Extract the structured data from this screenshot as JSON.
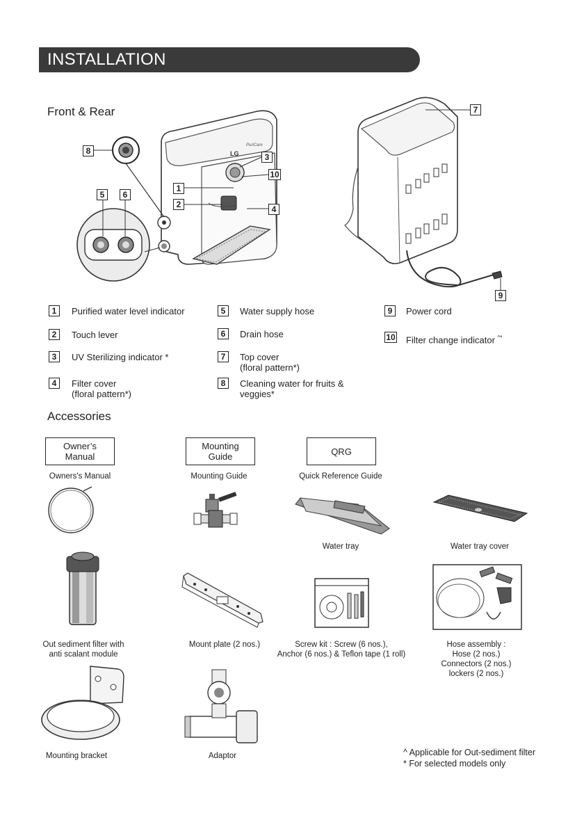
{
  "header": {
    "title": "INSTALLATION"
  },
  "sections": {
    "front_rear": "Front & Rear",
    "accessories": "Accessories"
  },
  "device": {
    "brand": "LG",
    "model": "PuriCare"
  },
  "callouts": [
    "1",
    "2",
    "3",
    "4",
    "5",
    "6",
    "7",
    "8",
    "9",
    "10"
  ],
  "parts": [
    {
      "num": "1",
      "label": "Purified water level indicator"
    },
    {
      "num": "2",
      "label": "Touch lever"
    },
    {
      "num": "3",
      "label": "UV Sterilizing indicator *"
    },
    {
      "num": "4",
      "label": "Filter cover",
      "label2": "(floral pattern*)"
    },
    {
      "num": "5",
      "label": "Water supply hose"
    },
    {
      "num": "6",
      "label": "Drain hose"
    },
    {
      "num": "7",
      "label": "Top cover",
      "label2": "(floral pattern*)"
    },
    {
      "num": "8",
      "label": "Cleaning water for fruits &",
      "label2": "veggies*"
    },
    {
      "num": "9",
      "label": "Power cord"
    },
    {
      "num": "10",
      "label": "Filter change indicator",
      "sup": "^*"
    }
  ],
  "docs": [
    {
      "box1": "Owner’s",
      "box2": "Manual",
      "caption": "Owners's Manual"
    },
    {
      "box1": "Mounting",
      "box2": "Guide",
      "caption": "Mounting Guide"
    },
    {
      "box1": "QRG",
      "caption": "Quick Reference Guide"
    }
  ],
  "accessories": {
    "water_tray": "Water tray",
    "water_tray_cover": "Water tray cover",
    "sediment_1": "Out sediment filter with",
    "sediment_2": "anti scalant module",
    "mount_plate": "Mount plate (2 nos.)",
    "screw_1": "Screw kit : Screw (6 nos.),",
    "screw_2": "Anchor (6 nos.) & Teflon tape (1 roll)",
    "hose_1": "Hose assembly :",
    "hose_2": "Hose (2 nos.)",
    "hose_3": "Connectors (2 nos.)",
    "hose_4": "lockers (2 nos.)",
    "bracket": "Mounting bracket",
    "adaptor": "Adaptor"
  },
  "notes": {
    "caret": "^ Applicable for Out-sediment filter",
    "star": "* For selected models only"
  }
}
